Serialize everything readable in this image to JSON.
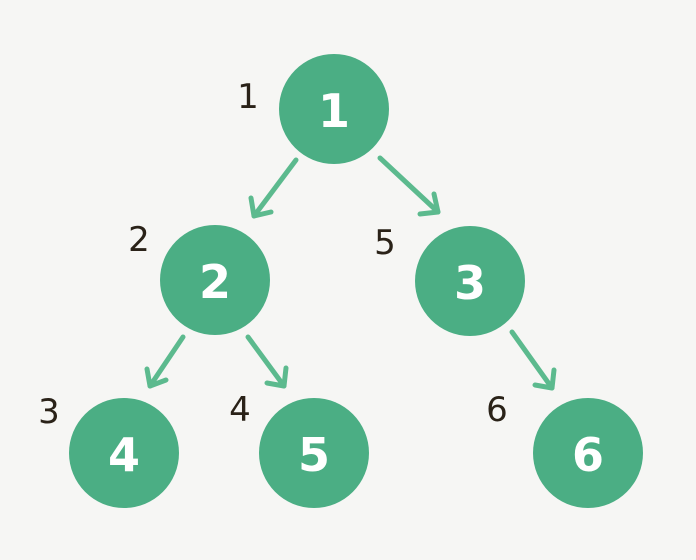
{
  "colors": {
    "background": "#f6f6f4",
    "node": "#4bae84",
    "edge": "#5cba8e",
    "node_text": "#ffffff",
    "order_text": "#2a2218"
  },
  "tree": {
    "nodes": [
      {
        "id": "n1",
        "label": "1",
        "visit_order": "1"
      },
      {
        "id": "n2",
        "label": "2",
        "visit_order": "2"
      },
      {
        "id": "n3",
        "label": "3",
        "visit_order": "5"
      },
      {
        "id": "n4",
        "label": "4",
        "visit_order": "3"
      },
      {
        "id": "n5",
        "label": "5",
        "visit_order": "4"
      },
      {
        "id": "n6",
        "label": "6",
        "visit_order": "6"
      }
    ],
    "edges": [
      {
        "from": "n1",
        "to": "n2"
      },
      {
        "from": "n1",
        "to": "n3"
      },
      {
        "from": "n2",
        "to": "n4"
      },
      {
        "from": "n2",
        "to": "n5"
      },
      {
        "from": "n3",
        "to": "n6"
      }
    ]
  }
}
